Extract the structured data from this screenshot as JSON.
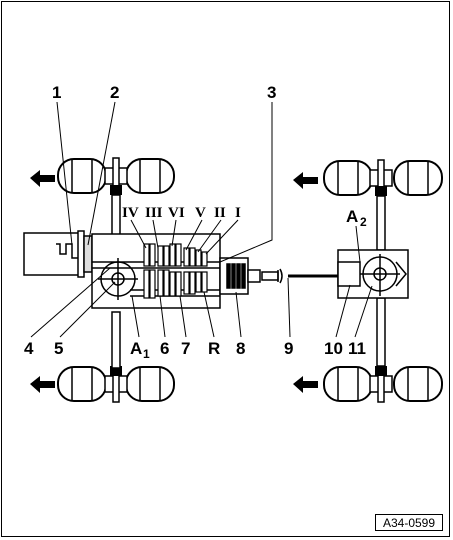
{
  "labels": {
    "l1": "1",
    "l2": "2",
    "l3": "3",
    "l4": "4",
    "l5": "5",
    "l6": "6",
    "l7": "7",
    "l8": "8",
    "l9": "9",
    "l10": "10",
    "l11": "11",
    "lR": "R",
    "a1_main": "A",
    "a1_sub": "1",
    "a2_main": "A",
    "a2_sub": "2"
  },
  "gears": {
    "g4": "IV",
    "g3": "III",
    "g6": "VI",
    "g5": "V",
    "g2": "II",
    "g1": "I"
  },
  "reference": "A34-0599"
}
